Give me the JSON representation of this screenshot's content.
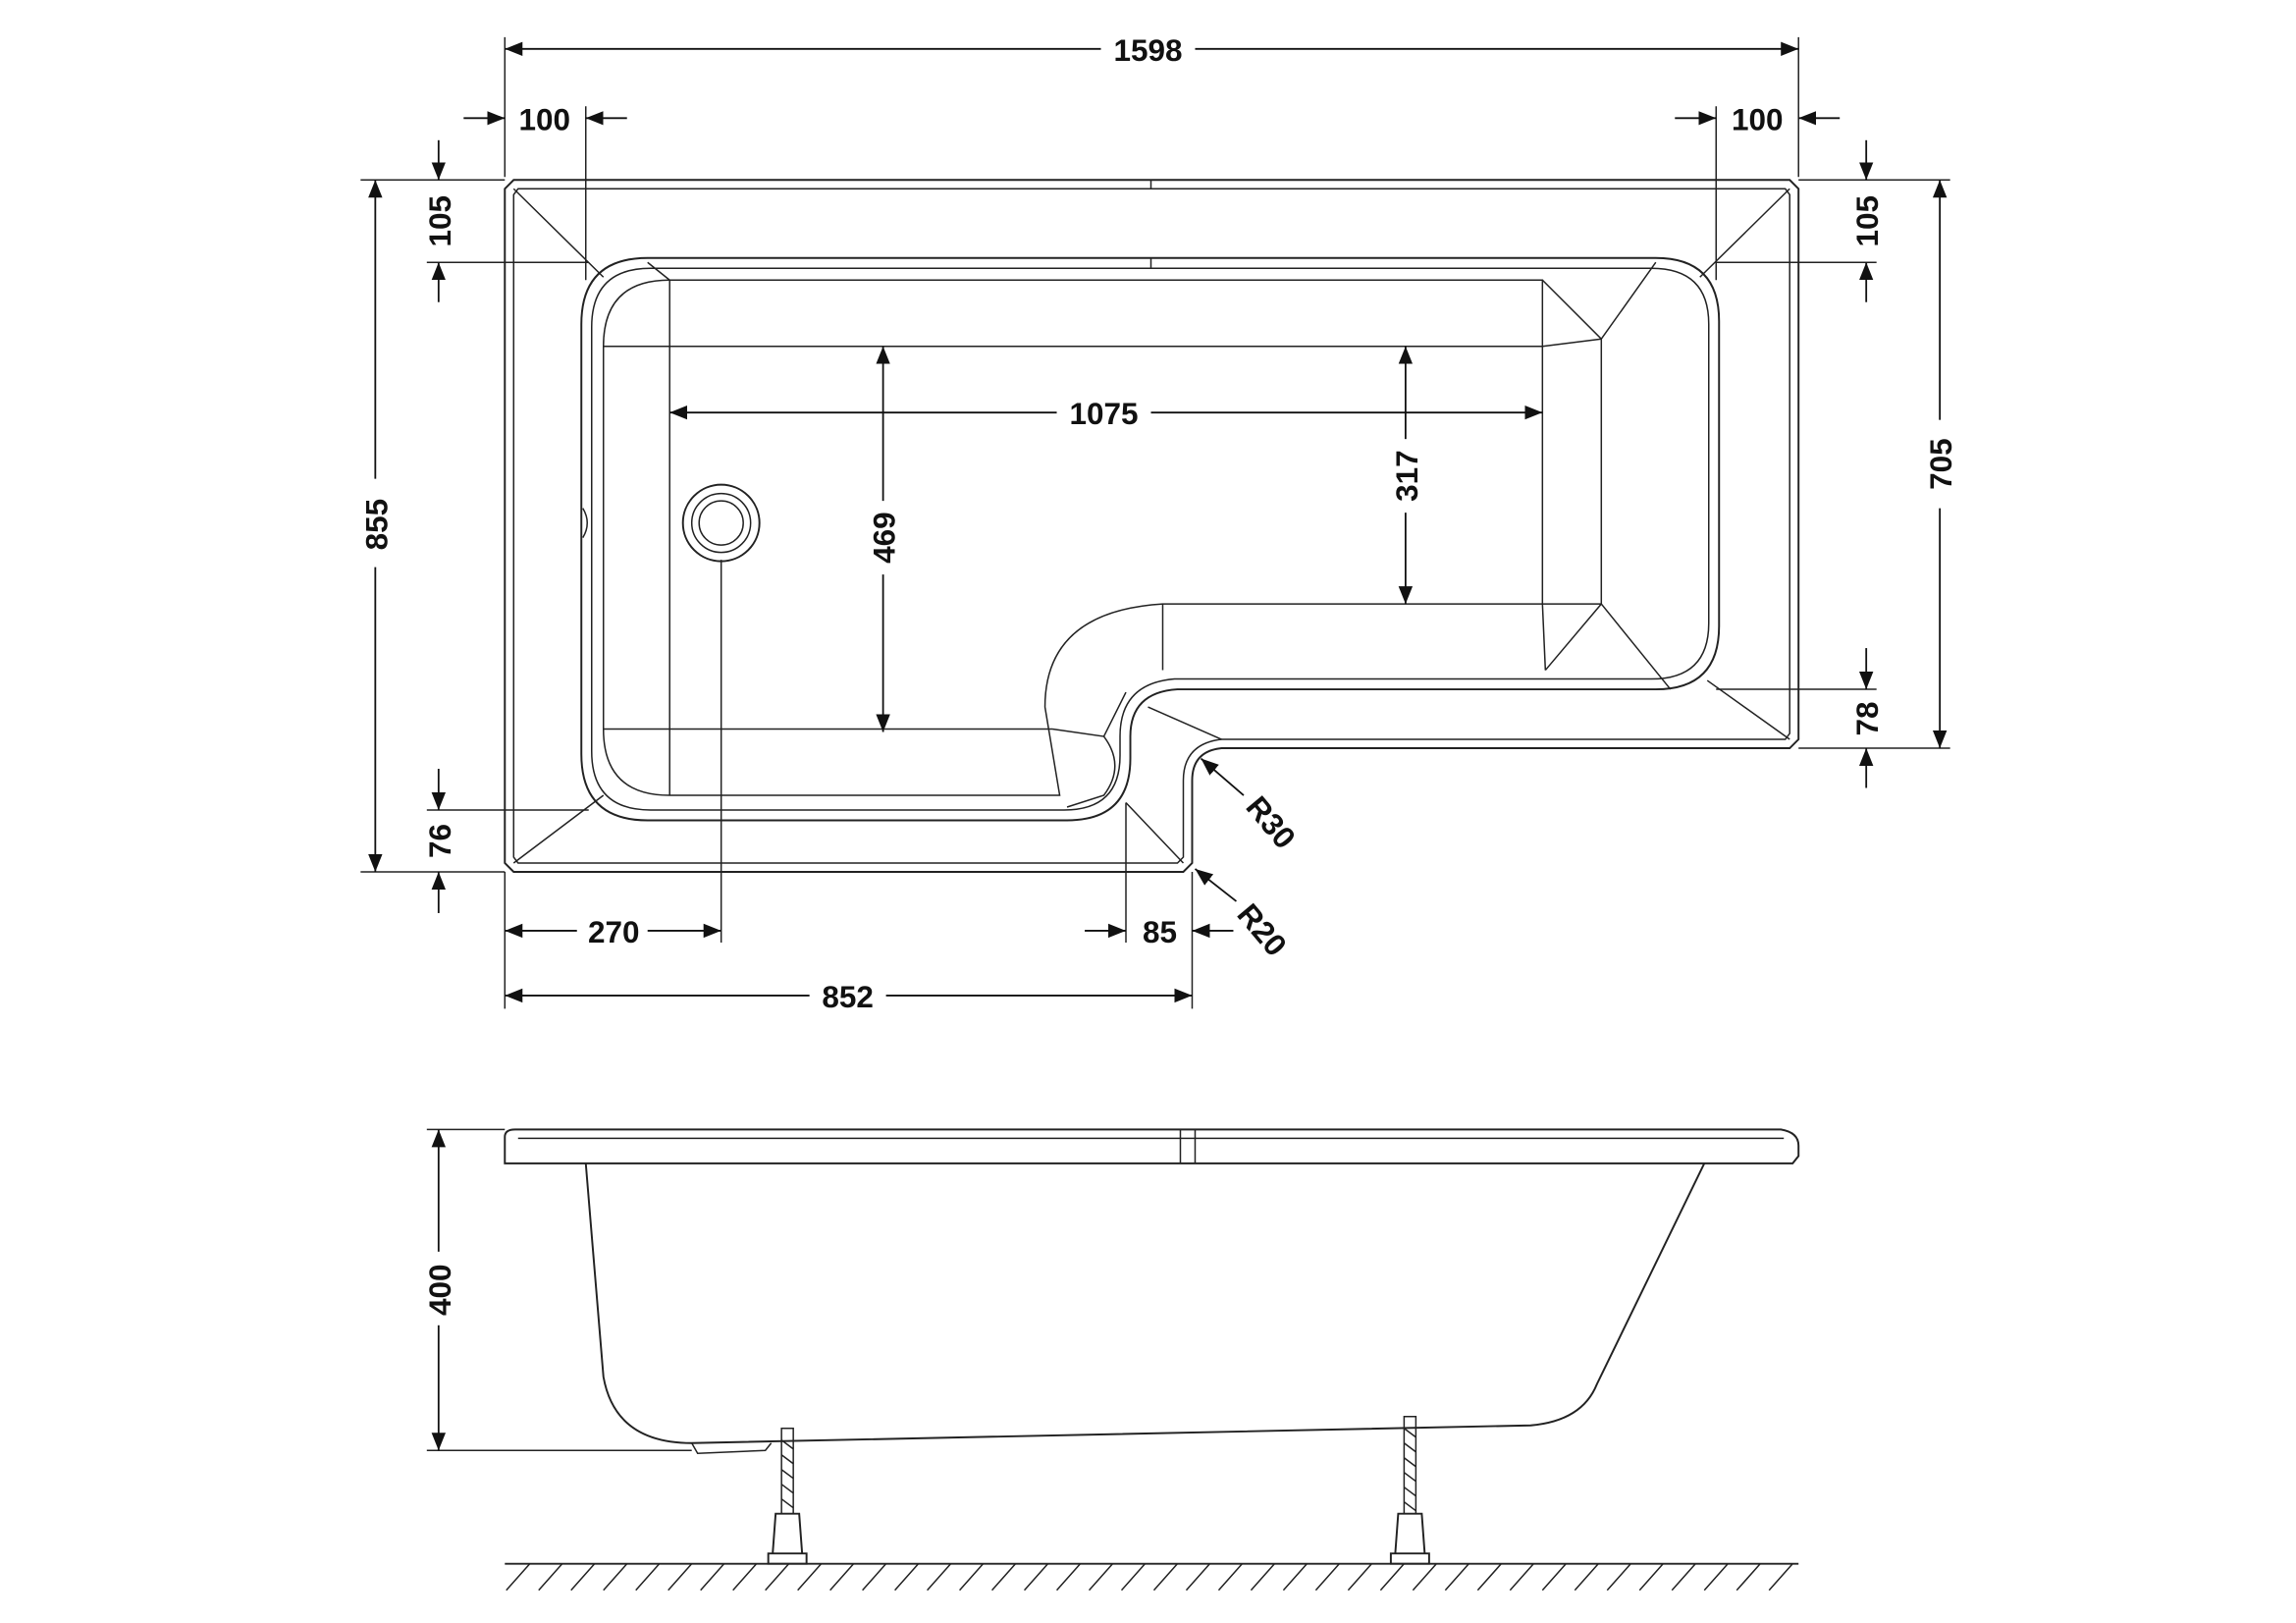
{
  "drawing": {
    "title": "L-shaped shower bath dimension drawing",
    "top_view": {
      "overall_length": "1598",
      "left_rim": "100",
      "right_rim": "100",
      "left_top_rim": "105",
      "right_top_rim": "105",
      "overall_width": "855",
      "narrow_width": "705",
      "inner_length": "1075",
      "inner_width": "469",
      "narrow_inner_width": "317",
      "right_bottom_rim": "78",
      "left_bottom_rim": "76",
      "waste_offset": "270",
      "step_offset": "85",
      "wide_section_length": "852",
      "radius_inner": "R30",
      "radius_outer": "R20"
    },
    "side_view": {
      "height": "400"
    },
    "line_color": "#222222"
  }
}
